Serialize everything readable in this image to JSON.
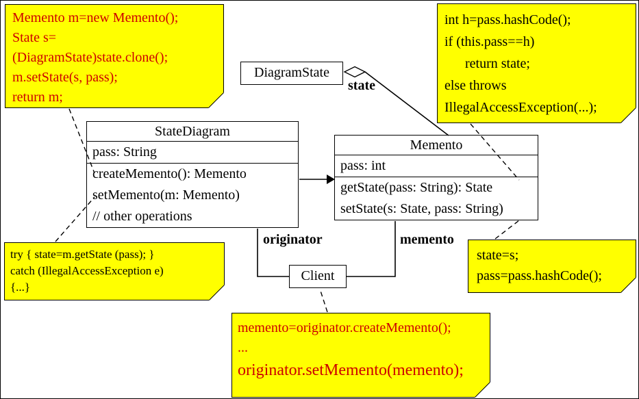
{
  "diagram": {
    "classes": {
      "state_diagram": {
        "name": "StateDiagram",
        "attributes": [
          "pass: String"
        ],
        "operations": [
          "createMemento(): Memento",
          "setMemento(m: Memento)",
          "// other operations"
        ]
      },
      "memento": {
        "name": "Memento",
        "attributes": [
          "pass: int"
        ],
        "operations": [
          "getState(pass: String): State",
          "setState(s: State, pass: String)"
        ]
      },
      "diagram_state": {
        "name": "DiagramState"
      },
      "client": {
        "name": "Client"
      }
    },
    "edge_labels": {
      "state": "state",
      "originator": "originator",
      "memento": "memento"
    },
    "notes": {
      "create_memento_impl": {
        "lines": [
          "Memento m=new Memento();",
          "State s=",
          "(DiagramState)state.clone();",
          "m.setState(s, pass);",
          "return m;"
        ],
        "text_color": "#cc0000"
      },
      "get_state_impl": {
        "lines": [
          "int h=pass.hashCode();",
          "if (this.pass==h)",
          "      return state;",
          "else throws",
          "IllegalAccessException(...);"
        ],
        "text_color": "#000000"
      },
      "set_memento_impl": {
        "lines": [
          "try { state=m.getState (pass); }",
          "catch (IllegalAccessException e)",
          "{...}"
        ],
        "text_color": "#000000"
      },
      "set_state_impl": {
        "lines": [
          "state=s;",
          "pass=pass.hashCode();"
        ],
        "text_color": "#000000"
      },
      "client_usage": {
        "lines": [
          "memento=originator.createMemento();",
          "...",
          "originator.setMemento(memento);"
        ],
        "text_color": "#cc0000"
      }
    },
    "colors": {
      "note_background": "#ffff00",
      "note_border": "#000000",
      "class_background": "#ffffff",
      "line_color": "#000000",
      "red_code_color": "#cc0000"
    }
  }
}
